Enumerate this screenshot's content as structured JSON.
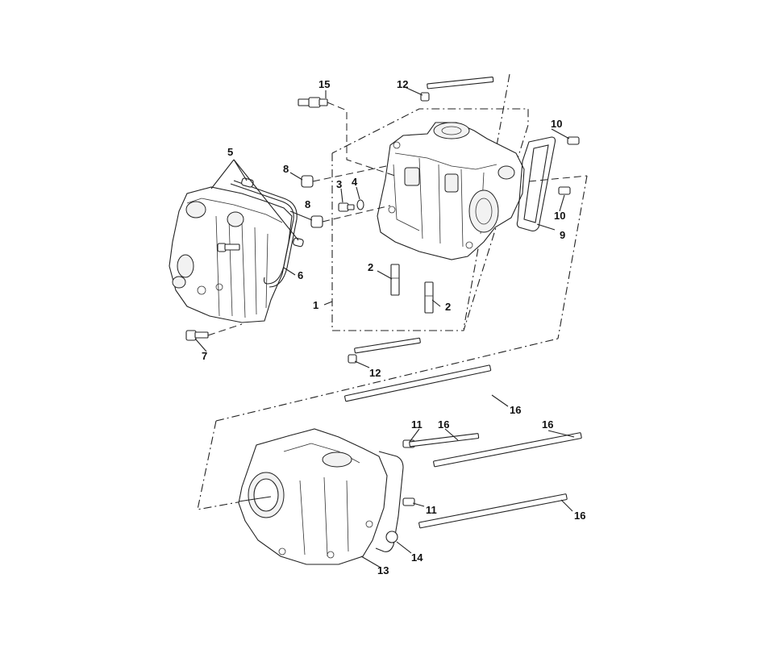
{
  "diagram": {
    "callouts": {
      "c1": "1",
      "c2a": "2",
      "c2b": "2",
      "c3": "3",
      "c4": "4",
      "c5": "5",
      "c6": "6",
      "c7": "7",
      "c8a": "8",
      "c8b": "8",
      "c9": "9",
      "c10a": "10",
      "c10b": "10",
      "c11a": "11",
      "c11b": "11",
      "c12a": "12",
      "c12b": "12",
      "c13": "13",
      "c14": "14",
      "c15": "15",
      "c16a": "16",
      "c16b": "16",
      "c16c": "16",
      "c16d": "16"
    }
  }
}
